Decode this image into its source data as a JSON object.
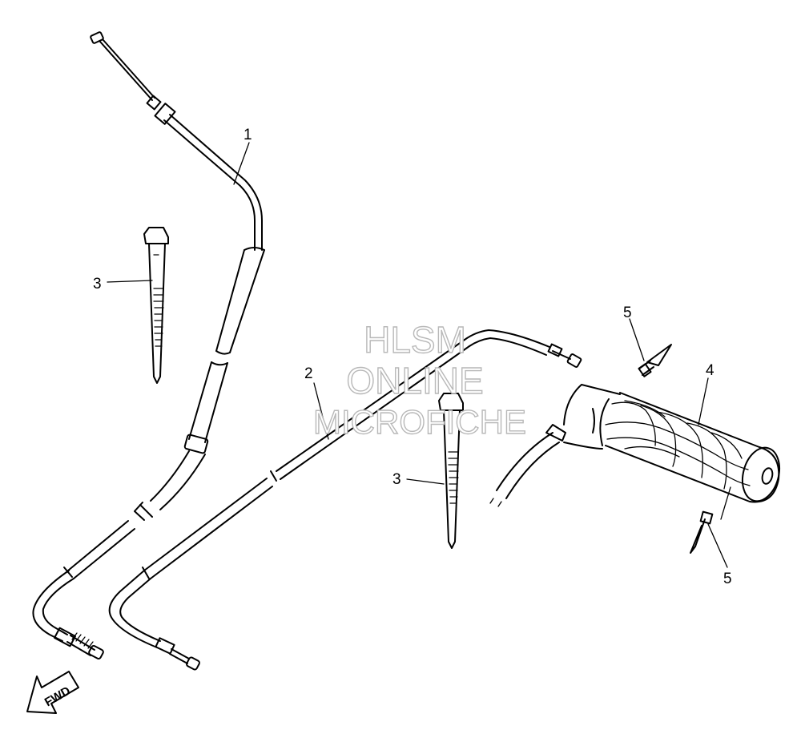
{
  "callouts": [
    {
      "id": "c1",
      "label": "1"
    },
    {
      "id": "c2",
      "label": "2"
    },
    {
      "id": "c3a",
      "label": "3"
    },
    {
      "id": "c3b",
      "label": "3"
    },
    {
      "id": "c4",
      "label": "4"
    },
    {
      "id": "c5a",
      "label": "5"
    },
    {
      "id": "c5b",
      "label": "5"
    }
  ],
  "watermark": {
    "line1": "HLSM",
    "line2": "ONLINE",
    "line3": "MICROFICHE"
  },
  "direction_arrow": {
    "label": "FWD"
  }
}
